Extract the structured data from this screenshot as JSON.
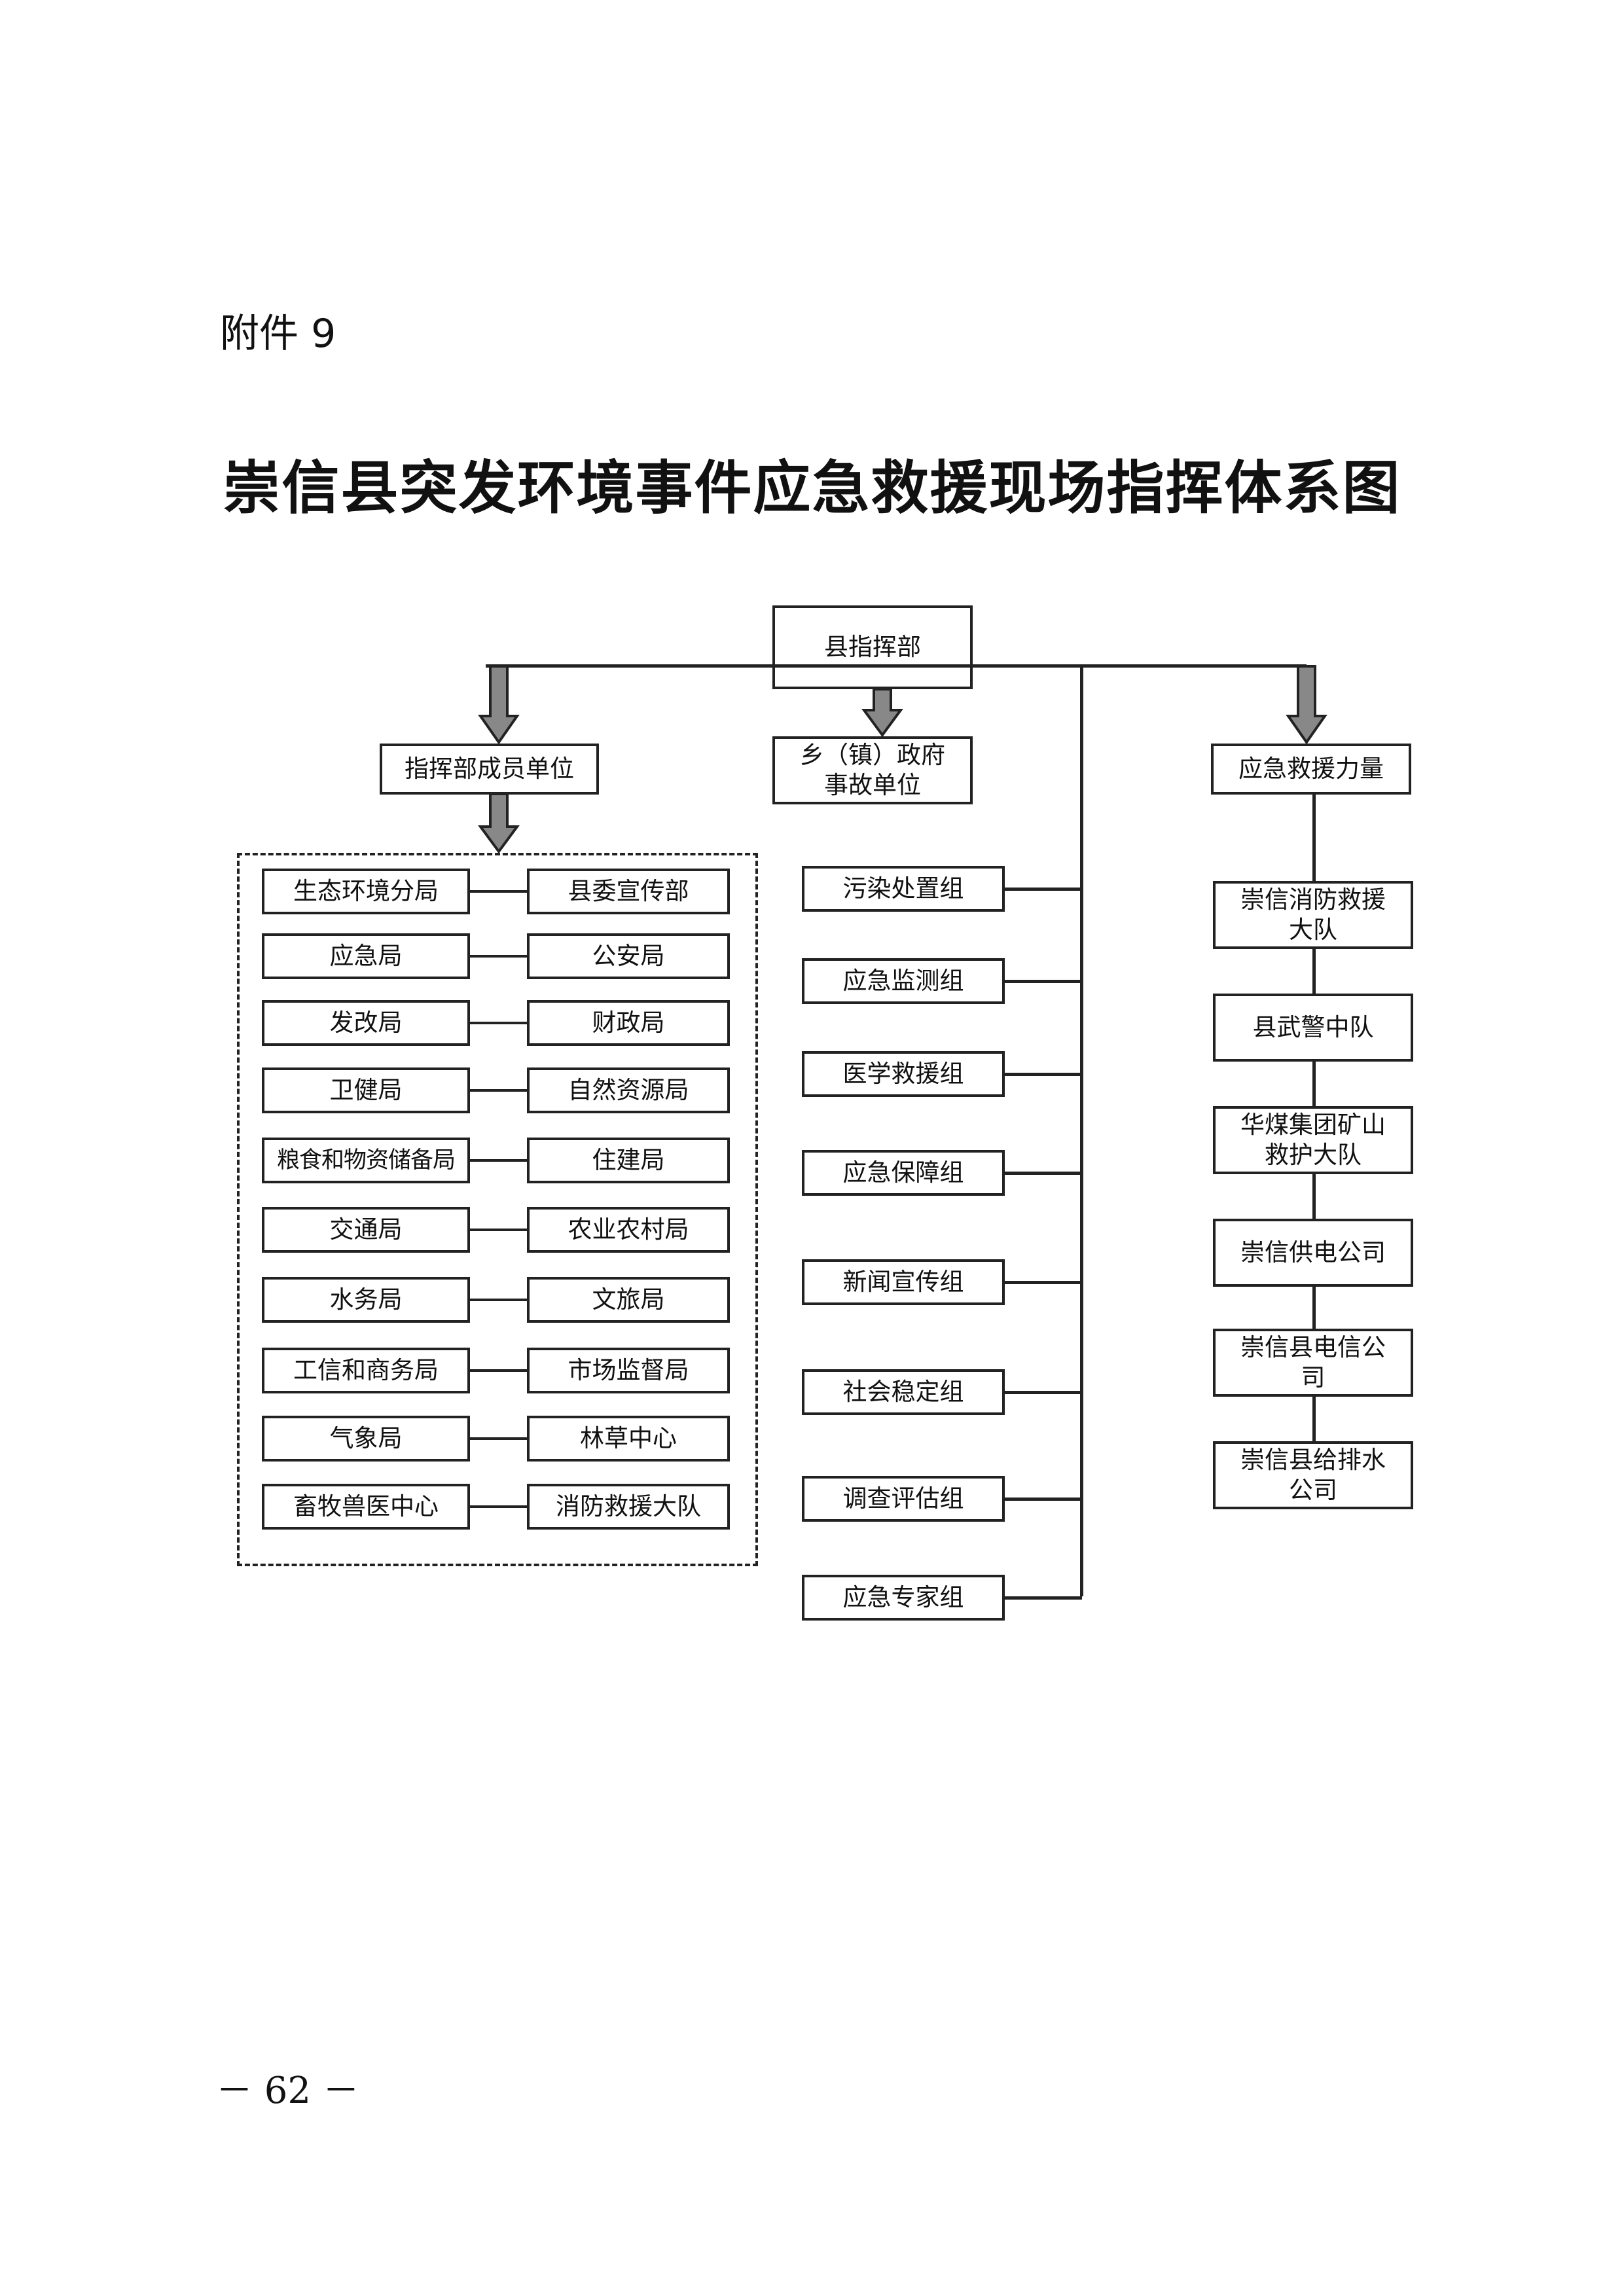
{
  "attachment_label": "附件 9",
  "title": "崇信县突发环境事件应急救援现场指挥体系图",
  "root": "县指挥部",
  "branches": {
    "members_header": "指挥部成员单位",
    "township": "乡（镇）政府\n事故单位",
    "forces_header": "应急救援力量"
  },
  "member_units": [
    [
      "生态环境分局",
      "县委宣传部"
    ],
    [
      "应急局",
      "公安局"
    ],
    [
      "发改局",
      "财政局"
    ],
    [
      "卫健局",
      "自然资源局"
    ],
    [
      "粮食和物资储备局",
      "住建局"
    ],
    [
      "交通局",
      "农业农村局"
    ],
    [
      "水务局",
      "文旅局"
    ],
    [
      "工信和商务局",
      "市场监督局"
    ],
    [
      "气象局",
      "林草中心"
    ],
    [
      "畜牧兽医中心",
      "消防救援大队"
    ]
  ],
  "working_groups": [
    "污染处置组",
    "应急监测组",
    "医学救援组",
    "应急保障组",
    "新闻宣传组",
    "社会稳定组",
    "调查评估组",
    "应急专家组"
  ],
  "rescue_forces": [
    "崇信消防救援\n大队",
    "县武警中队",
    "华煤集团矿山\n救护大队",
    "崇信供电公司",
    "崇信县电信公\n司",
    "崇信县给排水\n公司"
  ],
  "page_number": "－ 62 －"
}
